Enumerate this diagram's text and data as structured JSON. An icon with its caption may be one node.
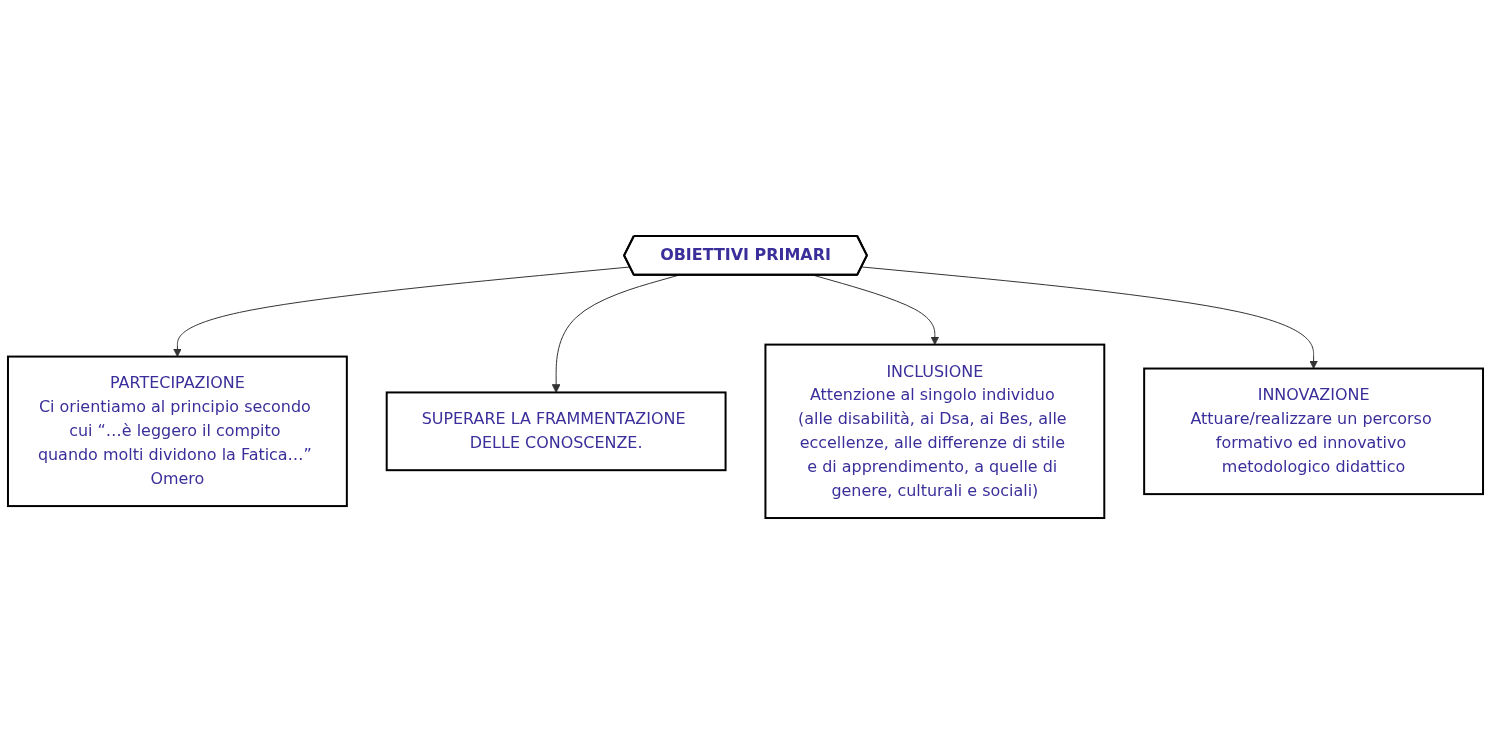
{
  "diagram": {
    "nodes": [
      {
        "text": [
          "PARTECIPAZIONE",
          "Ci orientiamo al principio secondo cui “…è leggero il compito quando molti dividono la Fatica…” Omero"
        ]
      },
      {
        "text": [
          "SUPERARE LA FRAMMENTAZIONE DELLE CONOSCENZE."
        ]
      },
      {
        "text": [
          "OBIETTIVI PRIMARI"
        ]
      },
      {
        "text": [
          "INCLUSIONE",
          "Attenzione al singolo individuo (alle disabilità, ai Dsa, ai Bes, alle eccellenze, alle differenze di stile e di apprendimento, a quelle di genere, culturali e sociali)"
        ]
      },
      {
        "text": [
          "INNOVAZIONE",
          "Attuare/realizzare un percorso formativo ed innovativo metodologico didattico"
        ]
      }
    ],
    "edges": [
      {
        "from": 2,
        "to": 0,
        "arrow": "to"
      },
      {
        "from": 2,
        "to": 1,
        "arrow": "to"
      },
      {
        "from": 2,
        "to": 3,
        "arrow": "to"
      },
      {
        "from": 2,
        "to": 4,
        "arrow": "to"
      }
    ]
  }
}
